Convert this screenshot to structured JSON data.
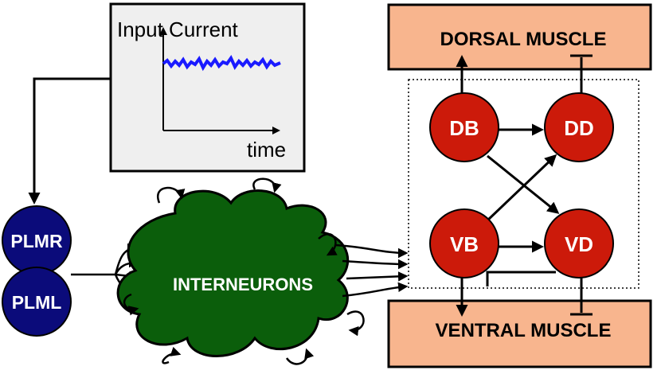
{
  "input_panel": {
    "ylabel": "Input Current",
    "xlabel": "time"
  },
  "sensory_neurons": [
    {
      "id": "plmr",
      "label": "PLMR"
    },
    {
      "id": "plml",
      "label": "PLML"
    }
  ],
  "interneurons": {
    "label": "INTERNEURONS"
  },
  "motor_neurons": [
    {
      "id": "db",
      "label": "DB"
    },
    {
      "id": "dd",
      "label": "DD"
    },
    {
      "id": "vb",
      "label": "VB"
    },
    {
      "id": "vd",
      "label": "VD"
    }
  ],
  "muscles": {
    "dorsal": "DORSAL MUSCLE",
    "ventral": "VENTRAL MUSCLE"
  },
  "colors": {
    "sensory": "#0b0b7a",
    "interneuron": "#0b5e0b",
    "motor": "#cc1a0a",
    "muscle": "#f8b58e",
    "panel": "#efefef",
    "signal": "#1a1aff"
  }
}
